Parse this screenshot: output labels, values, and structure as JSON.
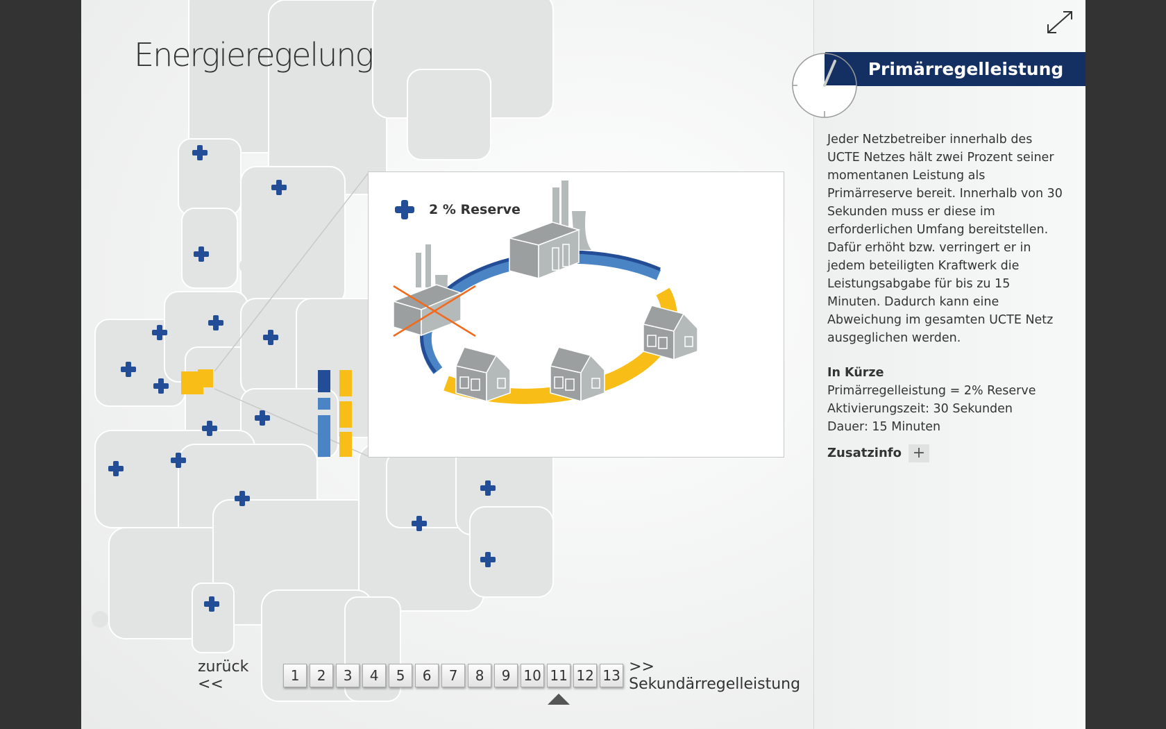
{
  "page": {
    "title": "Energieregelung"
  },
  "inset": {
    "legend_label": "2 % Reserve",
    "legend_icon": "plus-icon"
  },
  "pager": {
    "back_label": "zurück <<",
    "next_label": ">> Sekundärregelleistung",
    "pages": [
      "1",
      "2",
      "3",
      "4",
      "5",
      "6",
      "7",
      "8",
      "9",
      "10",
      "11",
      "12",
      "13"
    ],
    "current_page": "11"
  },
  "panel": {
    "header_title": "Primärregelleistung",
    "description": "Jeder Netzbetreiber innerhalb des UCTE Netzes hält zwei Prozent seiner momentanen Leistung als Primärreserve bereit. Innerhalb von 30 Sekunden muss er diese im erforderlichen Umfang bereitstellen. Dafür erhöht bzw. verringert er in jedem beteiligten Kraftwerk die Leistungsabgabe für bis zu 15 Minuten. Dadurch kann eine Abweichung im gesamten UCTE Netz ausgeglichen werden.",
    "summary_heading": "In Kürze",
    "summary_lines": [
      "Primärregelleistung = 2% Reserve",
      "Aktivierungszeit: 30 Sekunden",
      "Dauer: 15 Minuten"
    ],
    "extra_label": "Zusatzinfo",
    "extra_button": "+"
  },
  "colors": {
    "brand_navy": "#142f61",
    "marker_blue": "#234d96",
    "highlight_yellow": "#f8bd16",
    "light_blue": "#4a84c4"
  }
}
